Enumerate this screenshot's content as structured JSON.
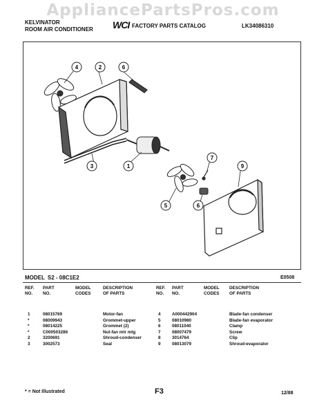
{
  "watermark": "AppliancePartsPros.com",
  "header": {
    "brand_line1": "KELVINATOR",
    "brand_line2": "ROOM AIR CONDITIONER",
    "logo": "WCI",
    "catalog_title": "FACTORY PARTS CATALOG",
    "document_number": "LK34086310"
  },
  "diagram": {
    "callouts": [
      "4",
      "2",
      "6",
      "3",
      "1",
      "7",
      "9",
      "5",
      "6"
    ],
    "parts_icons": [
      "fan-blade-icon",
      "shroud-condenser-icon",
      "grommet-icon",
      "seal-icon",
      "motor-fan-icon",
      "screw-icon",
      "shroud-evaporator-icon",
      "blade-fan-evaporator-icon",
      "clip-icon"
    ]
  },
  "model": {
    "label": "MODEL",
    "number": "S2 - 08C1E2",
    "page_code": "E0508"
  },
  "table": {
    "columns_left": [
      "REF.\nNO.",
      "PART\nNO.",
      "MODEL\nCODES",
      "DESCRIPTION\nOF PARTS"
    ],
    "columns_right": [
      "REF.\nNO.",
      "PART\nNO.",
      "MODEL\nCODES",
      "DESCRIPTION\nOF PARTS"
    ],
    "rows_left": [
      {
        "ref": "1",
        "part": "08015769",
        "code": "",
        "desc": "Motor-fan"
      },
      {
        "ref": "*",
        "part": "08009943",
        "code": "",
        "desc": "Grommet-upper"
      },
      {
        "ref": "*",
        "part": "08014225",
        "code": "",
        "desc": "Grommet (2)"
      },
      {
        "ref": "*",
        "part": "C000503286",
        "code": "",
        "desc": "Nut-fan mtr mtg"
      },
      {
        "ref": "2",
        "part": "3200691",
        "code": "",
        "desc": "Shroud-condenser"
      },
      {
        "ref": "3",
        "part": "3002573",
        "code": "",
        "desc": "Seal"
      }
    ],
    "rows_right": [
      {
        "ref": "4",
        "part": "A000442904",
        "code": "",
        "desc": "Blade-fan condenser"
      },
      {
        "ref": "5",
        "part": "08010980",
        "code": "",
        "desc": "Blade-fan evaporator"
      },
      {
        "ref": "6",
        "part": "08011040",
        "code": "",
        "desc": "Clamp"
      },
      {
        "ref": "7",
        "part": "08007479",
        "code": "",
        "desc": "Screw"
      },
      {
        "ref": "8",
        "part": "3014764",
        "code": "",
        "desc": "Clip"
      },
      {
        "ref": "9",
        "part": "08013079",
        "code": "",
        "desc": "Shroud-evaporator"
      }
    ]
  },
  "footer": {
    "note": "* = Not Illustrated",
    "page": "F3",
    "date": "12/88"
  }
}
